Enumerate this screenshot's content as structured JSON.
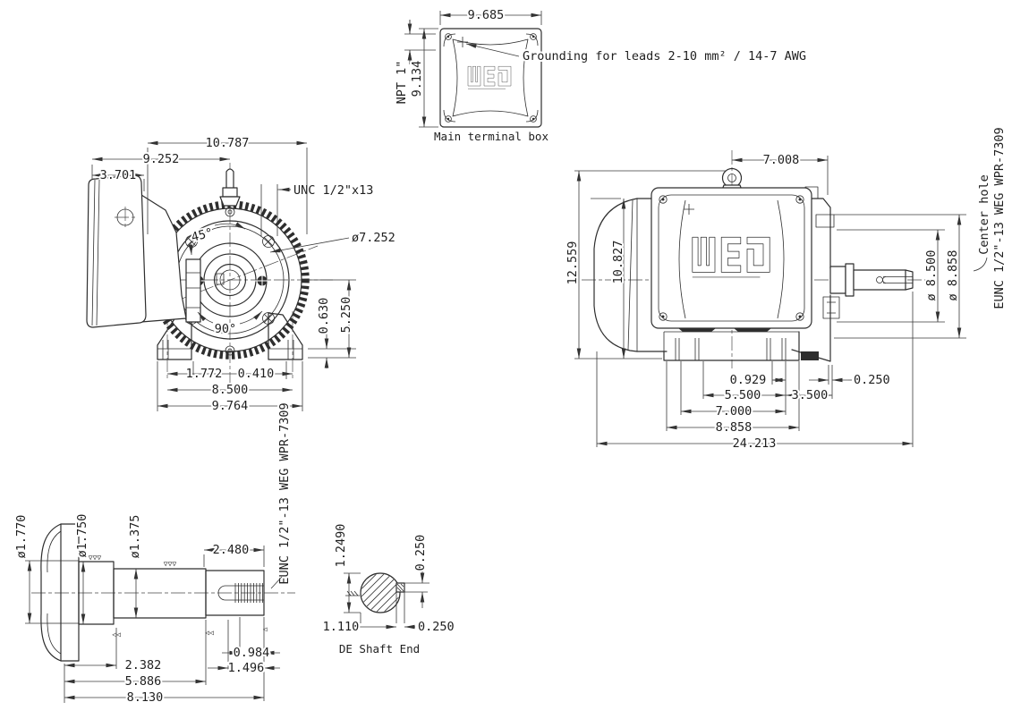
{
  "terminal_box_view": {
    "caption": "Main terminal box",
    "grounding_note": "Grounding for leads 2-10 mm² / 14-7 AWG",
    "dim_width": "9.685",
    "dim_height": "9.134",
    "npt_label": "NPT 1\""
  },
  "front_view": {
    "dim_overall": "10.787",
    "dim_box_to_center": "9.252",
    "dim_box_width": "3.701",
    "eyebolt_thread": "UNC 1/2\"x13",
    "bolt_circle_dia": "ø7.252",
    "angle_top": "45°",
    "angle_bottom": "90°",
    "dim_pad": "0.630",
    "dim_shaft_height": "5.250",
    "dim_slot": "1.772",
    "dim_offset": "0.410",
    "dim_holes": "8.500",
    "dim_feet": "9.764"
  },
  "side_view": {
    "dim_top": "7.008",
    "dim_total_height": "12.559",
    "dim_frame_height": "10.827",
    "label_center_hole": "Center hole",
    "label_center_thread": "EUNC 1/2\"-13 WEG WPR-7309",
    "dia_outer1": "ø 8.500",
    "dia_outer2": "ø 8.858",
    "dim_a": "0.929",
    "dim_b": "5.500",
    "dim_c": "3.500",
    "dim_d": "0.250",
    "dim_e": "7.000",
    "dim_f": "8.858",
    "dim_total": "24.213"
  },
  "shaft_view": {
    "dia_1": "ø1.770",
    "dia_2": "ø1.750",
    "dia_3": "ø1.375",
    "dim_thread_len": "2.480",
    "label_thread": "EUNC 1/2\"-13 WEG WPR-7309",
    "dim_a": "0.984",
    "dim_b": "1.496",
    "dim_c": "2.382",
    "dim_d": "5.886",
    "dim_e": "8.130",
    "finish_top1": "▽▽▽",
    "finish_top2": "▽▽▽",
    "mark_1": "◁◁",
    "mark_2": "◁◁",
    "mark_3": "◁"
  },
  "de_view": {
    "caption": "DE Shaft End",
    "dim_dia": "1.2490",
    "dim_key_height": "0.250",
    "dim_key_pos": "1.110",
    "dim_key_width": "0.250"
  }
}
